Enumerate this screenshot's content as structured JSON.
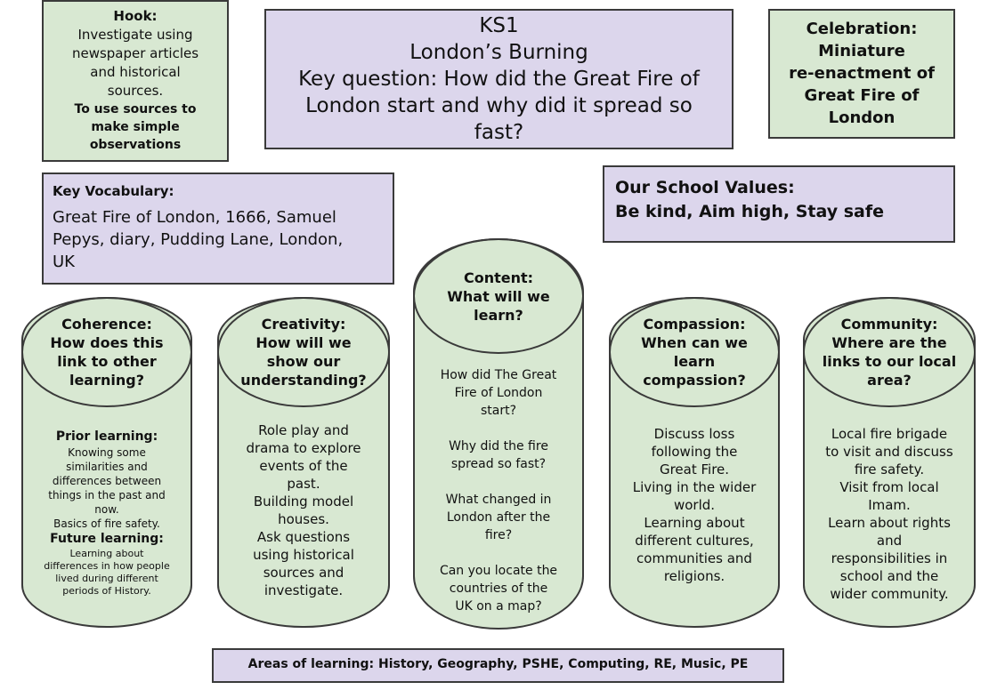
{
  "hook": {
    "heading": "Hook:",
    "lines": [
      "Investigate using",
      "newspaper articles",
      "and historical",
      "sources."
    ],
    "bold_lines": [
      "To use sources to",
      "make simple",
      "observations"
    ]
  },
  "title": {
    "lines": [
      "KS1",
      "London’s Burning",
      "Key question: How did the Great Fire of",
      "London start and why did it spread so",
      "fast?"
    ]
  },
  "celebration": {
    "lines": [
      "Celebration:",
      "Miniature",
      "re-enactment of",
      "Great Fire of",
      "London"
    ]
  },
  "vocab": {
    "heading": "Key Vocabulary:",
    "lines": [
      "Great Fire of London, 1666, Samuel",
      "Pepys, diary, Pudding Lane, London,",
      "UK"
    ]
  },
  "values": {
    "lines": [
      "Our School Values:",
      "Be kind, Aim high, Stay safe"
    ]
  },
  "coherence": {
    "head": [
      "Coherence:",
      "How does this",
      "link to other",
      "learning?"
    ],
    "prior_heading": "Prior learning:",
    "prior_lines": [
      "Knowing some",
      "similarities and",
      "differences between",
      "things in the past and",
      "now.",
      "Basics of fire safety."
    ],
    "future_heading": "Future learning:",
    "future_lines": [
      "Learning about",
      "differences in how people",
      "lived during different",
      "periods of History."
    ]
  },
  "creativity": {
    "head": [
      "Creativity:",
      "How will we",
      "show our",
      "understanding?"
    ],
    "lines": [
      "Role play and",
      "drama to explore",
      "events of the",
      "past.",
      "Building model",
      "houses.",
      "Ask questions",
      "using historical",
      "sources and",
      "investigate."
    ]
  },
  "content": {
    "head": [
      "Content:",
      "What will we",
      "learn?"
    ],
    "q1": [
      "How did The Great",
      "Fire of London",
      "start?"
    ],
    "q2": [
      "Why did the fire",
      "spread so fast?"
    ],
    "q3": [
      "What changed in",
      "London after the",
      "fire?"
    ],
    "q4": [
      "Can you locate the",
      "countries of the",
      "UK on a map?"
    ]
  },
  "compassion": {
    "head": [
      "Compassion:",
      "When can we",
      "learn",
      "compassion?"
    ],
    "lines": [
      "Discuss loss",
      "following the",
      "Great Fire.",
      "Living in the wider",
      "world.",
      "Learning about",
      "different cultures,",
      "communities and",
      "religions."
    ]
  },
  "community": {
    "head": [
      "Community:",
      "Where are the",
      "links to our local",
      "area?"
    ],
    "lines": [
      "Local fire brigade",
      "to visit and discuss",
      "fire safety.",
      "Visit from local",
      "Imam.",
      "Learn about rights",
      "and",
      "responsibilities in",
      "school and the",
      "wider community."
    ]
  },
  "areas": {
    "text": "Areas of learning: History, Geography, PSHE, Computing, RE, Music, PE"
  },
  "colors": {
    "green_fill": "#d8e8d2",
    "purple_fill": "#dcd6ec",
    "border": "#3a3a3a"
  }
}
